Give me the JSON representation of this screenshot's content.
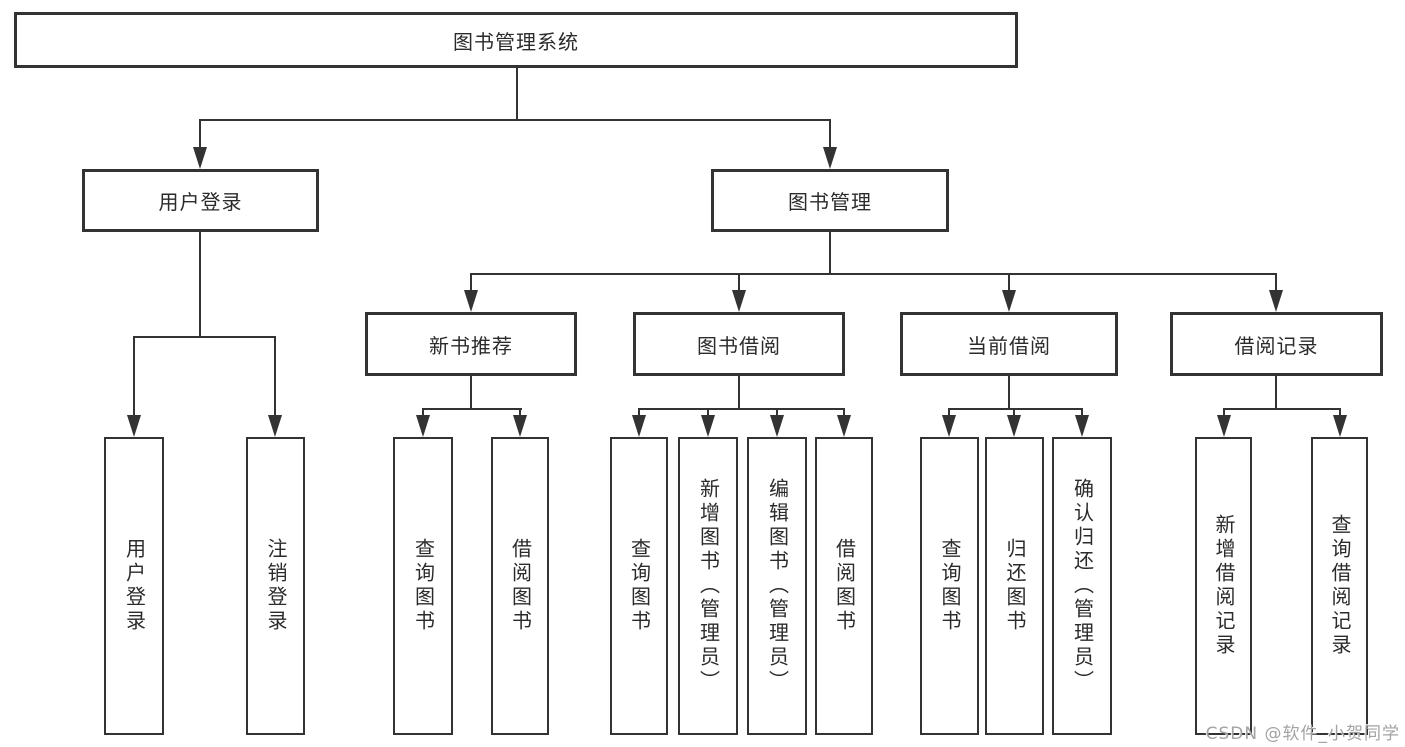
{
  "diagram": {
    "type": "tree",
    "title": "图书管理系统",
    "watermark": "CSDN @软件_小贺同学",
    "colors": {
      "background": "#ffffff",
      "line": "#333333",
      "box_border": "#333333",
      "text": "#2b2b2b",
      "watermark": "#a3a3a3"
    },
    "nodes": {
      "root": {
        "label": "图书管理系统"
      },
      "user_login_branch": {
        "label": "用户登录"
      },
      "book_management": {
        "label": "图书管理"
      },
      "new_book_recommend": {
        "label": "新书推荐"
      },
      "book_borrowing": {
        "label": "图书借阅"
      },
      "current_borrowing": {
        "label": "当前借阅"
      },
      "borrowing_records": {
        "label": "借阅记录"
      },
      "user_login_leaf": {
        "label": "用户登录"
      },
      "logout_leaf": {
        "label": "注销登录"
      },
      "nbr_query_books": {
        "label": "查询图书"
      },
      "nbr_borrow_books": {
        "label": "借阅图书"
      },
      "bb_query_books": {
        "label": "查询图书"
      },
      "bb_add_books": {
        "label": "新增图书（管理员）"
      },
      "bb_edit_books": {
        "label": "编辑图书（管理员）"
      },
      "bb_borrow_books": {
        "label": "借阅图书"
      },
      "cb_query_books": {
        "label": "查询图书"
      },
      "cb_return_books": {
        "label": "归还图书"
      },
      "cb_confirm_return": {
        "label": "确认归还（管理员）"
      },
      "br_add_record": {
        "label": "新增借阅记录"
      },
      "br_query_record": {
        "label": "查询借阅记录"
      }
    },
    "edges": [
      {
        "parent": "图书管理系统",
        "children": [
          "用户登录",
          "图书管理"
        ]
      },
      {
        "parent": "用户登录",
        "children": [
          "用户登录",
          "注销登录"
        ]
      },
      {
        "parent": "图书管理",
        "children": [
          "新书推荐",
          "图书借阅",
          "当前借阅",
          "借阅记录"
        ]
      },
      {
        "parent": "新书推荐",
        "children": [
          "查询图书",
          "借阅图书"
        ]
      },
      {
        "parent": "图书借阅",
        "children": [
          "查询图书",
          "新增图书（管理员）",
          "编辑图书（管理员）",
          "借阅图书"
        ]
      },
      {
        "parent": "当前借阅",
        "children": [
          "查询图书",
          "归还图书",
          "确认归还（管理员）"
        ]
      },
      {
        "parent": "借阅记录",
        "children": [
          "新增借阅记录",
          "查询借阅记录"
        ]
      }
    ]
  }
}
